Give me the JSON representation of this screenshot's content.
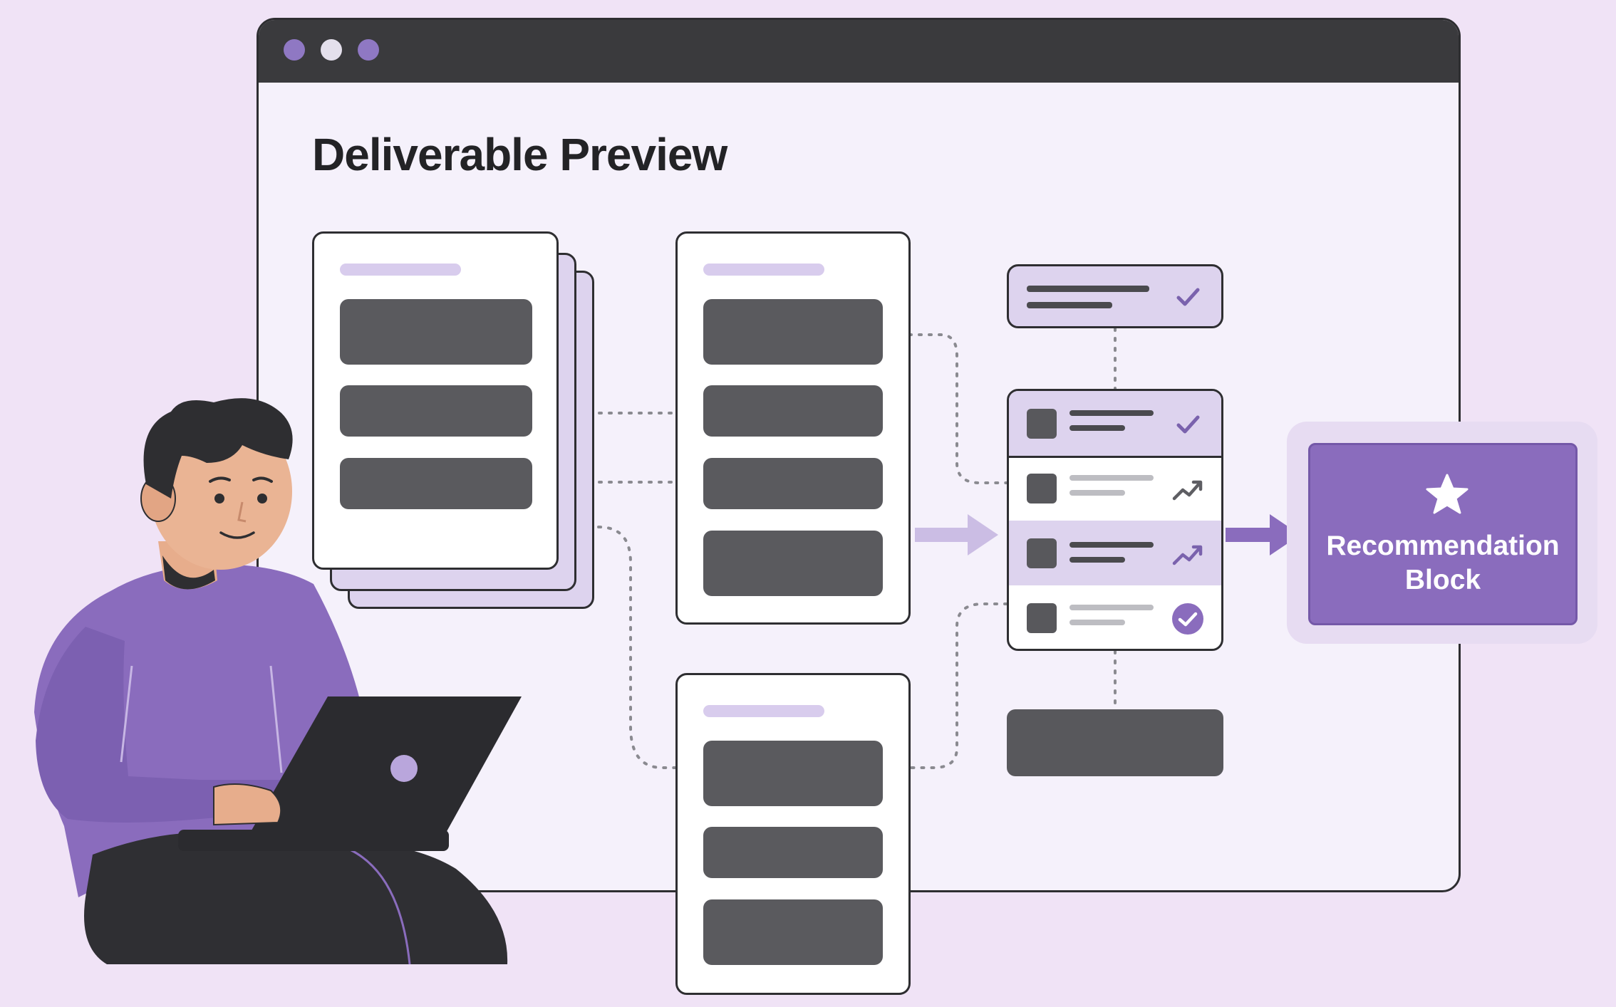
{
  "page": {
    "title": "Deliverable Preview"
  },
  "recommendation": {
    "line1": "Recommendation",
    "line2": "Block"
  },
  "colors": {
    "background": "#f0e3f6",
    "accent": "#8a6cbd",
    "dark": "#2e2e31",
    "block": "#5a5a5e",
    "highlight": "#ddd3ee"
  },
  "panel_rows": [
    {
      "status_icon": "check-icon"
    },
    {
      "status_icon": "trend-up-icon"
    },
    {
      "status_icon": "trend-up-icon"
    },
    {
      "status_icon": "check-circle-icon"
    }
  ],
  "summary_card": {
    "status_icon": "check-icon"
  },
  "illustration": {
    "figure": "person-with-laptop",
    "window_dots": [
      "purple",
      "white",
      "purple"
    ]
  }
}
